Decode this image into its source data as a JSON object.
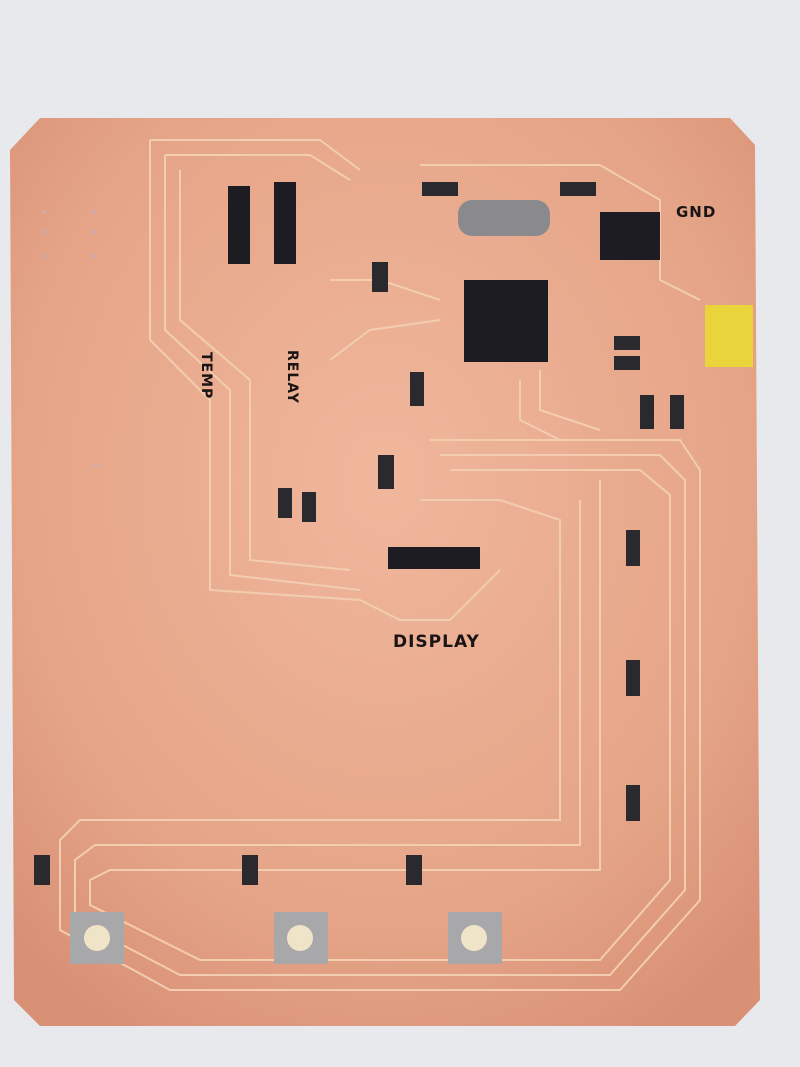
{
  "labels": {
    "gnd": "GND",
    "temp": "TEMP",
    "relay": "RELAY",
    "display": "DISPLAY"
  },
  "colors": {
    "background": "#e8e9ed",
    "copper": "#e8a98c",
    "trace": "#eec3a4",
    "component": "#1c1c22"
  }
}
